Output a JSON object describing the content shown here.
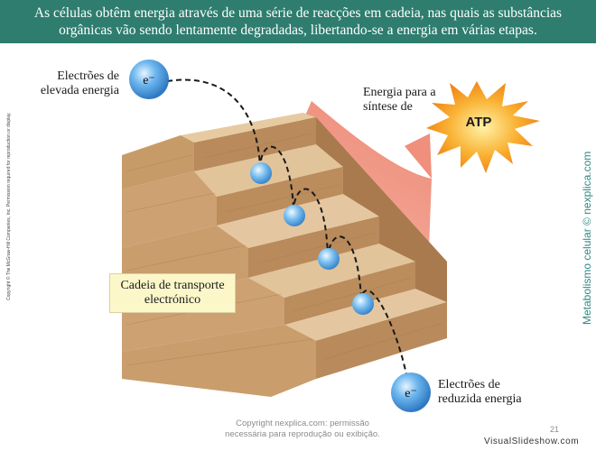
{
  "header": {
    "line1": "As células obtêm energia através de uma série de reacções em cadeia, nas quais as substâncias",
    "line2": "orgânicas vão sendo lentamente degradadas, libertando-se a energia em várias etapas."
  },
  "labels": {
    "high_energy_line1": "Electrões de",
    "high_energy_line2": "elevada energia",
    "low_energy_line1": "Electrões de",
    "low_energy_line2": "reduzida energia",
    "energy_line1": "Energia para a",
    "energy_line2": "síntese de",
    "atp": "ATP",
    "chain_line1": "Cadeia de transporte",
    "chain_line2": "electrónico",
    "electron_symbol": "e⁻"
  },
  "copyright_vertical": "Copyright © The McGraw-Hill Companies, Inc. Permission required for reproduction or display.",
  "side_text": "Metabolismo celular © nexplica.com",
  "watermark": {
    "line1": "Copyright nexplica.com: permissão",
    "line2": "necessária para reprodução ou exibição."
  },
  "page_number": "21",
  "footer": "VisualSlideshow.com",
  "colors": {
    "header_bg": "#2e7d6e",
    "side_text": "#2e8a84",
    "wood_top": "#e2c49b",
    "wood_front": "#c99d6c",
    "wood_side": "#b07f52",
    "arrow": "#f3a292",
    "electron": "#5aa8e6",
    "starburst": "#f6a01e",
    "box_bg": "#fbf7c9"
  }
}
